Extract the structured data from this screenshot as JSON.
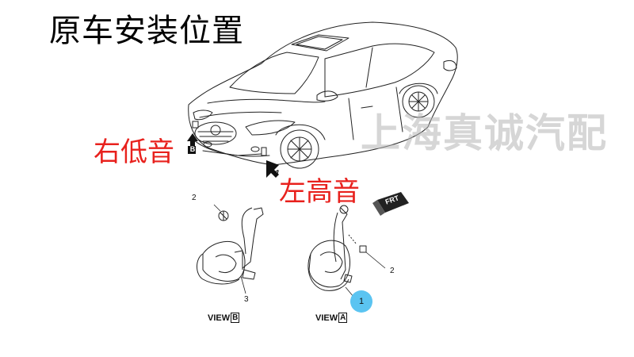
{
  "title": "原车安装位置",
  "labels": {
    "right_low": "右低音",
    "left_high": "左高音"
  },
  "watermark": "上海真诚汽配",
  "markers": {
    "b": "B",
    "a": "A"
  },
  "frt": "FRT",
  "callouts": {
    "view_b_bolt": "2",
    "view_b_bracket": "3",
    "view_a_bolt": "2",
    "view_a_horn": "1"
  },
  "views": {
    "b": {
      "prefix": "VIEW",
      "letter": "B"
    },
    "a": {
      "prefix": "VIEW",
      "letter": "A"
    }
  },
  "colors": {
    "label_red": "#e8211d",
    "bubble_blue": "#5bc4f1",
    "line": "#222222"
  }
}
